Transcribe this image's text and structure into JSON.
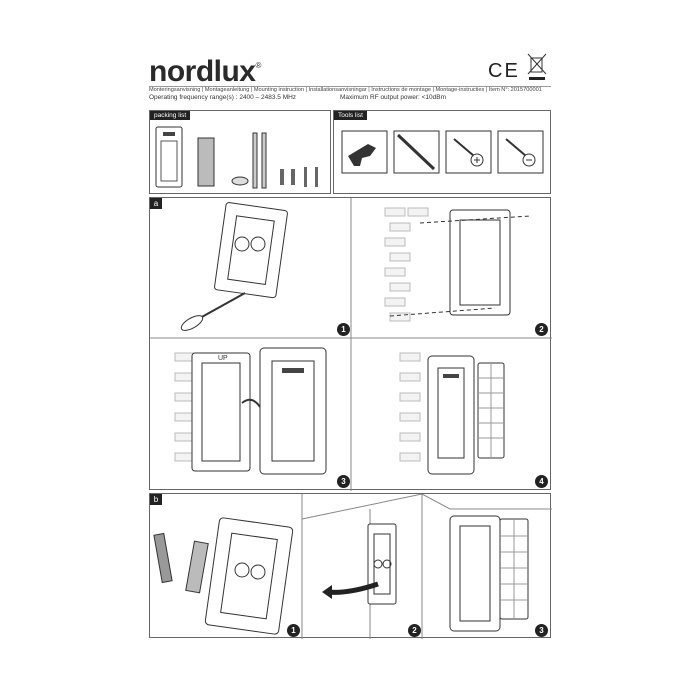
{
  "header": {
    "brand": "nordlux",
    "registered": "®",
    "ce_mark": "CE",
    "languages_line": "Monteringsanvisning | Montageanleitung | Mounting instruction | Installationsanvisningar | Instructions de montage | Montage-instructies | Item N°: 2015700001",
    "frequency": "Operating frequency range(s) :  2400 – 2483.5 MHz",
    "rf_power": "Maximum RF output power: <10dBm"
  },
  "packing_list": {
    "label": "packing list"
  },
  "tools_list": {
    "label": "Tools list"
  },
  "section_a": {
    "label": "a",
    "steps": [
      "1",
      "2",
      "3",
      "4"
    ]
  },
  "section_b": {
    "label": "b",
    "steps": [
      "1",
      "2",
      "3"
    ]
  }
}
